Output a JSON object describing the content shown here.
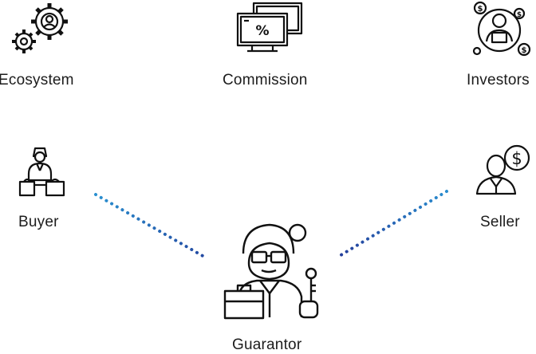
{
  "nodes": {
    "ecosystem": {
      "label": "Ecosystem",
      "icon": "gears-person-icon"
    },
    "commission": {
      "label": "Commission",
      "icon": "percent-monitor-icon"
    },
    "investors": {
      "label": "Investors",
      "icon": "investor-cycle-icon"
    },
    "buyer": {
      "label": "Buyer",
      "icon": "buyer-with-bags-icon"
    },
    "seller": {
      "label": "Seller",
      "icon": "seller-dollar-icon"
    },
    "guarantor": {
      "label": "Guarantor",
      "icon": "guarantor-briefcase-key-icon"
    }
  },
  "colors": {
    "connector_light": "#2aa3d6",
    "connector_dark": "#243d9a",
    "icon_stroke": "#111111",
    "label_text": "#1c1c1c"
  }
}
